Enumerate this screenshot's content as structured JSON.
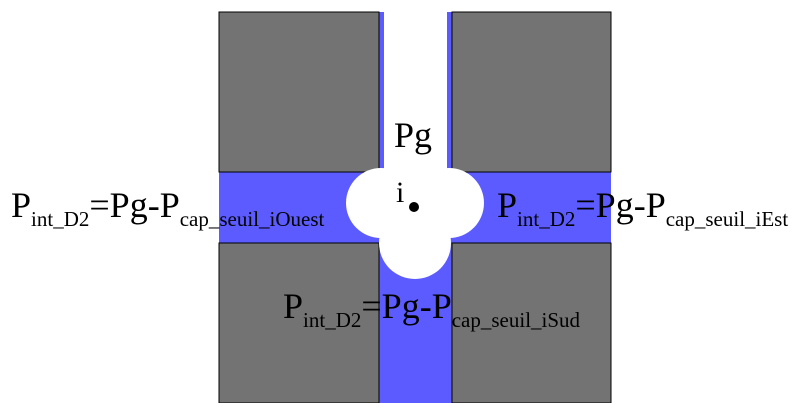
{
  "colors": {
    "solid": "#737373",
    "fluid": "#5b5bff",
    "background": "#ffffff",
    "node": "#000000"
  },
  "labels": {
    "pore": {
      "line1": "Pg",
      "line2": "i"
    },
    "west": {
      "p": "P",
      "sub1": "int_D2",
      "eq": "=Pg-P",
      "sub2": "cap_seuil_iOuest"
    },
    "east": {
      "p": "P",
      "sub1": "int_D2",
      "eq": "=Pg-P",
      "sub2": "cap_seuil_iEst"
    },
    "south": {
      "p": "P",
      "sub1": "int_D2",
      "eq": "=Pg-P",
      "sub2": "cap_seuil_iSud"
    }
  }
}
